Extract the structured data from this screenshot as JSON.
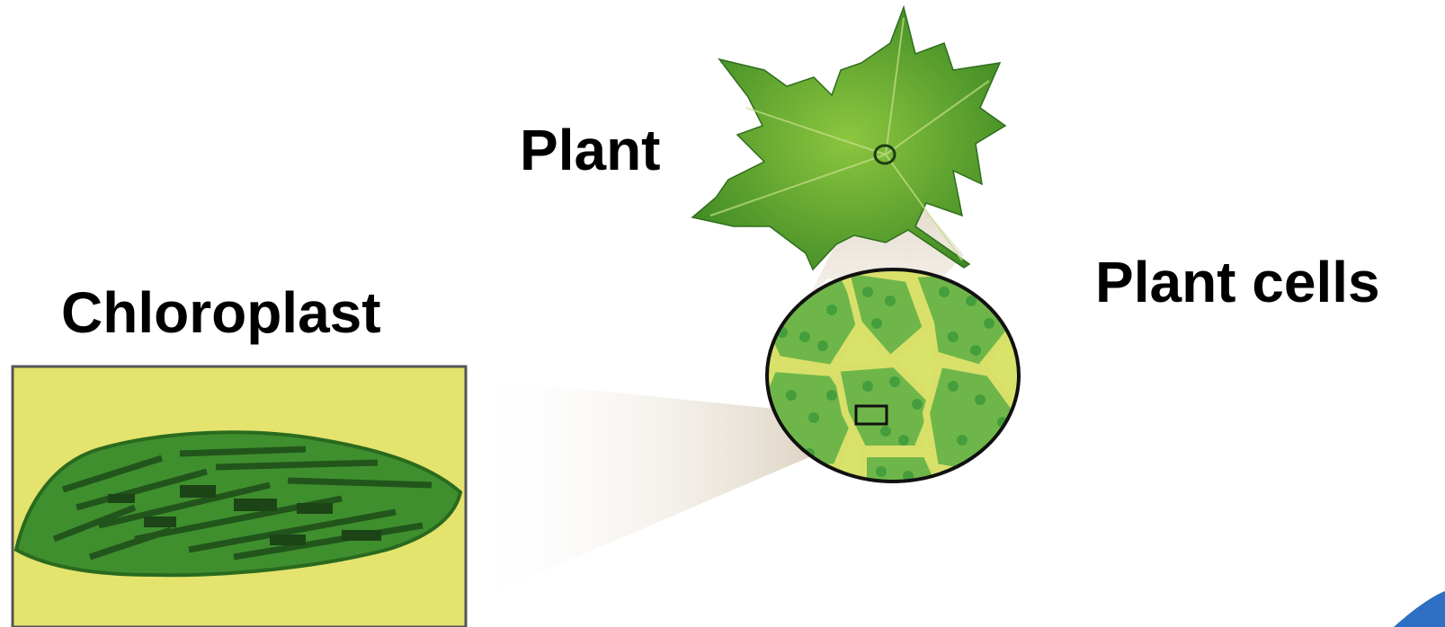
{
  "labels": {
    "plant": "Plant",
    "plant_cells": "Plant cells",
    "chloroplast": "Chloroplast"
  },
  "colors": {
    "leaf": "#4c9a2a",
    "leaf_light": "#8cc63f",
    "cell_bg": "#d8e36a",
    "cell_wall": "#c9d35a",
    "chloroplast_panel": "#e4e36e",
    "chloroplast_body": "#3f8f2e",
    "zoom_cone": "#c9b79c",
    "corner_accent": "#2f6fc4"
  },
  "icons": {
    "leaf": "maple-leaf-icon",
    "cells": "cell-micrograph-circle",
    "chloroplast": "chloroplast-micrograph"
  }
}
